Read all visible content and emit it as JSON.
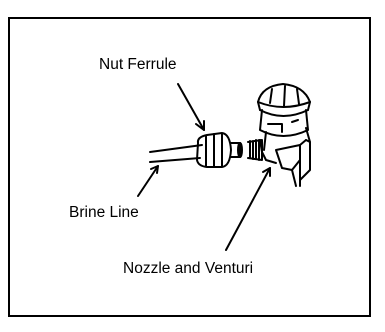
{
  "figure": {
    "labels": {
      "nut_ferrule": "Nut Ferrule",
      "brine_line": "Brine Line",
      "nozzle_venturi": "Nozzle and Venturi"
    }
  }
}
